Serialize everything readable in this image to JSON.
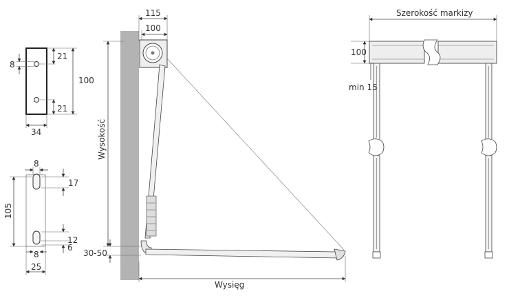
{
  "plate_top": {
    "hole_diameter": "8",
    "hole_offset_top": "21",
    "hole_offset_bottom": "21",
    "height": "100",
    "width": "34"
  },
  "plate_bottom": {
    "slot_width": "8",
    "slot_top": "17",
    "height": "105",
    "slot_bottom_a": "12",
    "slot_bottom_b": "6",
    "slot_width_bottom": "8",
    "width": "25"
  },
  "side_view": {
    "box_outer_width": "115",
    "box_inner_width": "100",
    "height_label": "Wysokość",
    "mount_gap_label": "30-50",
    "projection_label": "Wysięg"
  },
  "front_view": {
    "width_label": "Szerokość markizy",
    "box_height_label": "100",
    "min_label": "min 15"
  },
  "colors": {
    "wall": "#b3b3b3",
    "lines": "#333333"
  }
}
